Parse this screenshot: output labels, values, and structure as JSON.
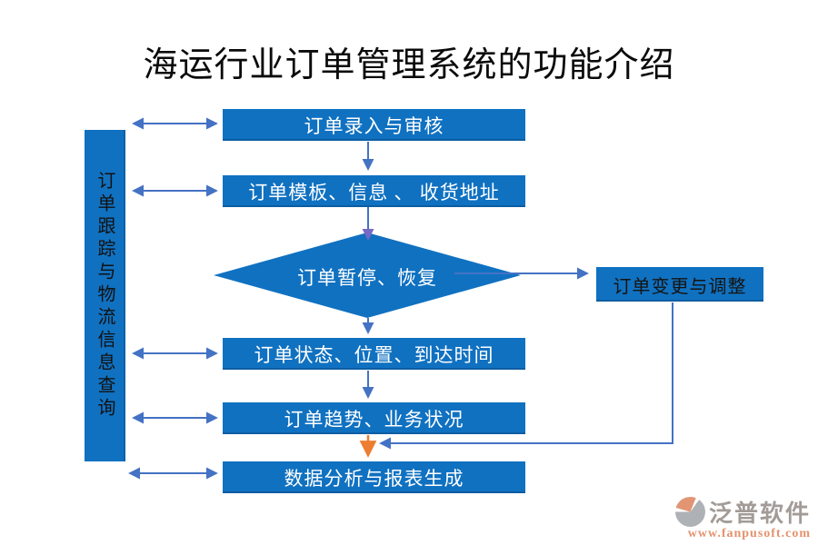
{
  "title": "海运行业订单管理系统的功能介绍",
  "left_bar": {
    "label": "订单跟踪与物流信息查询"
  },
  "flow": {
    "box1": "订单录入与审核",
    "box2": "订单模板、信息 、 收货地址",
    "diamond": "订单暂停、恢复",
    "box4": "订单状态、位置、到达时间",
    "box5": "订单趋势、业务状况",
    "box6": "数据分析与报表生成",
    "side_box": "订单变更与调整"
  },
  "colors": {
    "shape_blue": "#1071C1",
    "arrow_blue": "#4472C4",
    "arrow_purple": "#7568C6",
    "arrow_orange": "#ED7D31",
    "title_text": "#0b0b0b",
    "box_text_light": "#ffffff",
    "box_text_dark": "#15130f",
    "watermark_gray": "#98918c",
    "watermark_orange": "#e0875f"
  },
  "watermark": {
    "brand": "泛普软件",
    "url": "www.fanpusoft.com"
  }
}
